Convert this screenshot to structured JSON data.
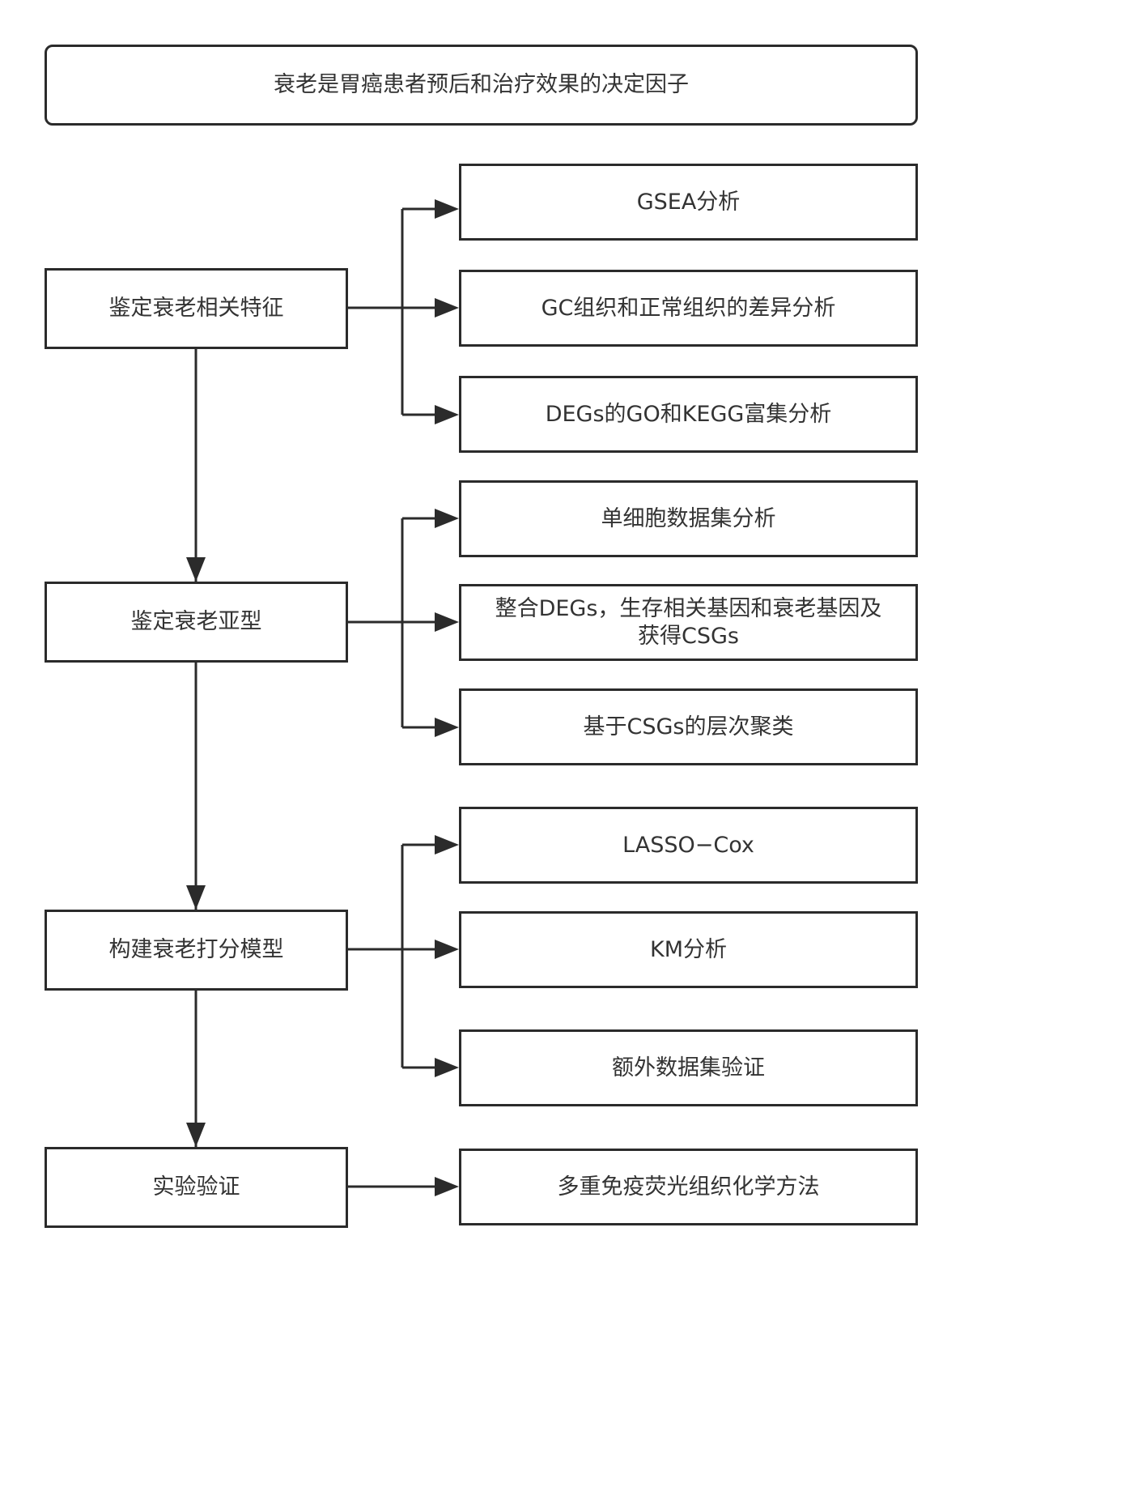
{
  "title": "衰老是胃癌患者预后和治疗效果的决定因子",
  "steps": [
    {
      "label": "鉴定衰老相关特征"
    },
    {
      "label": "鉴定衰老亚型"
    },
    {
      "label": "构建衰老打分模型"
    },
    {
      "label": "实验验证"
    }
  ],
  "details": [
    {
      "label": "GSEA分析"
    },
    {
      "label": "GC组织和正常组织的差异分析"
    },
    {
      "label": "DEGs的GO和KEGG富集分析"
    },
    {
      "label": "单细胞数据集分析"
    },
    {
      "label": "整合DEGs，生存相关基因和衰老基因及\n获得CSGs"
    },
    {
      "label": "基于CSGs的层次聚类"
    },
    {
      "label": "LASSO−Cox"
    },
    {
      "label": "KM分析"
    },
    {
      "label": "额外数据集验证"
    },
    {
      "label": "多重免疫荧光组织化学方法"
    }
  ],
  "colors": {
    "stroke": "#2b2b2b",
    "text": "#333333",
    "background": "#ffffff"
  }
}
